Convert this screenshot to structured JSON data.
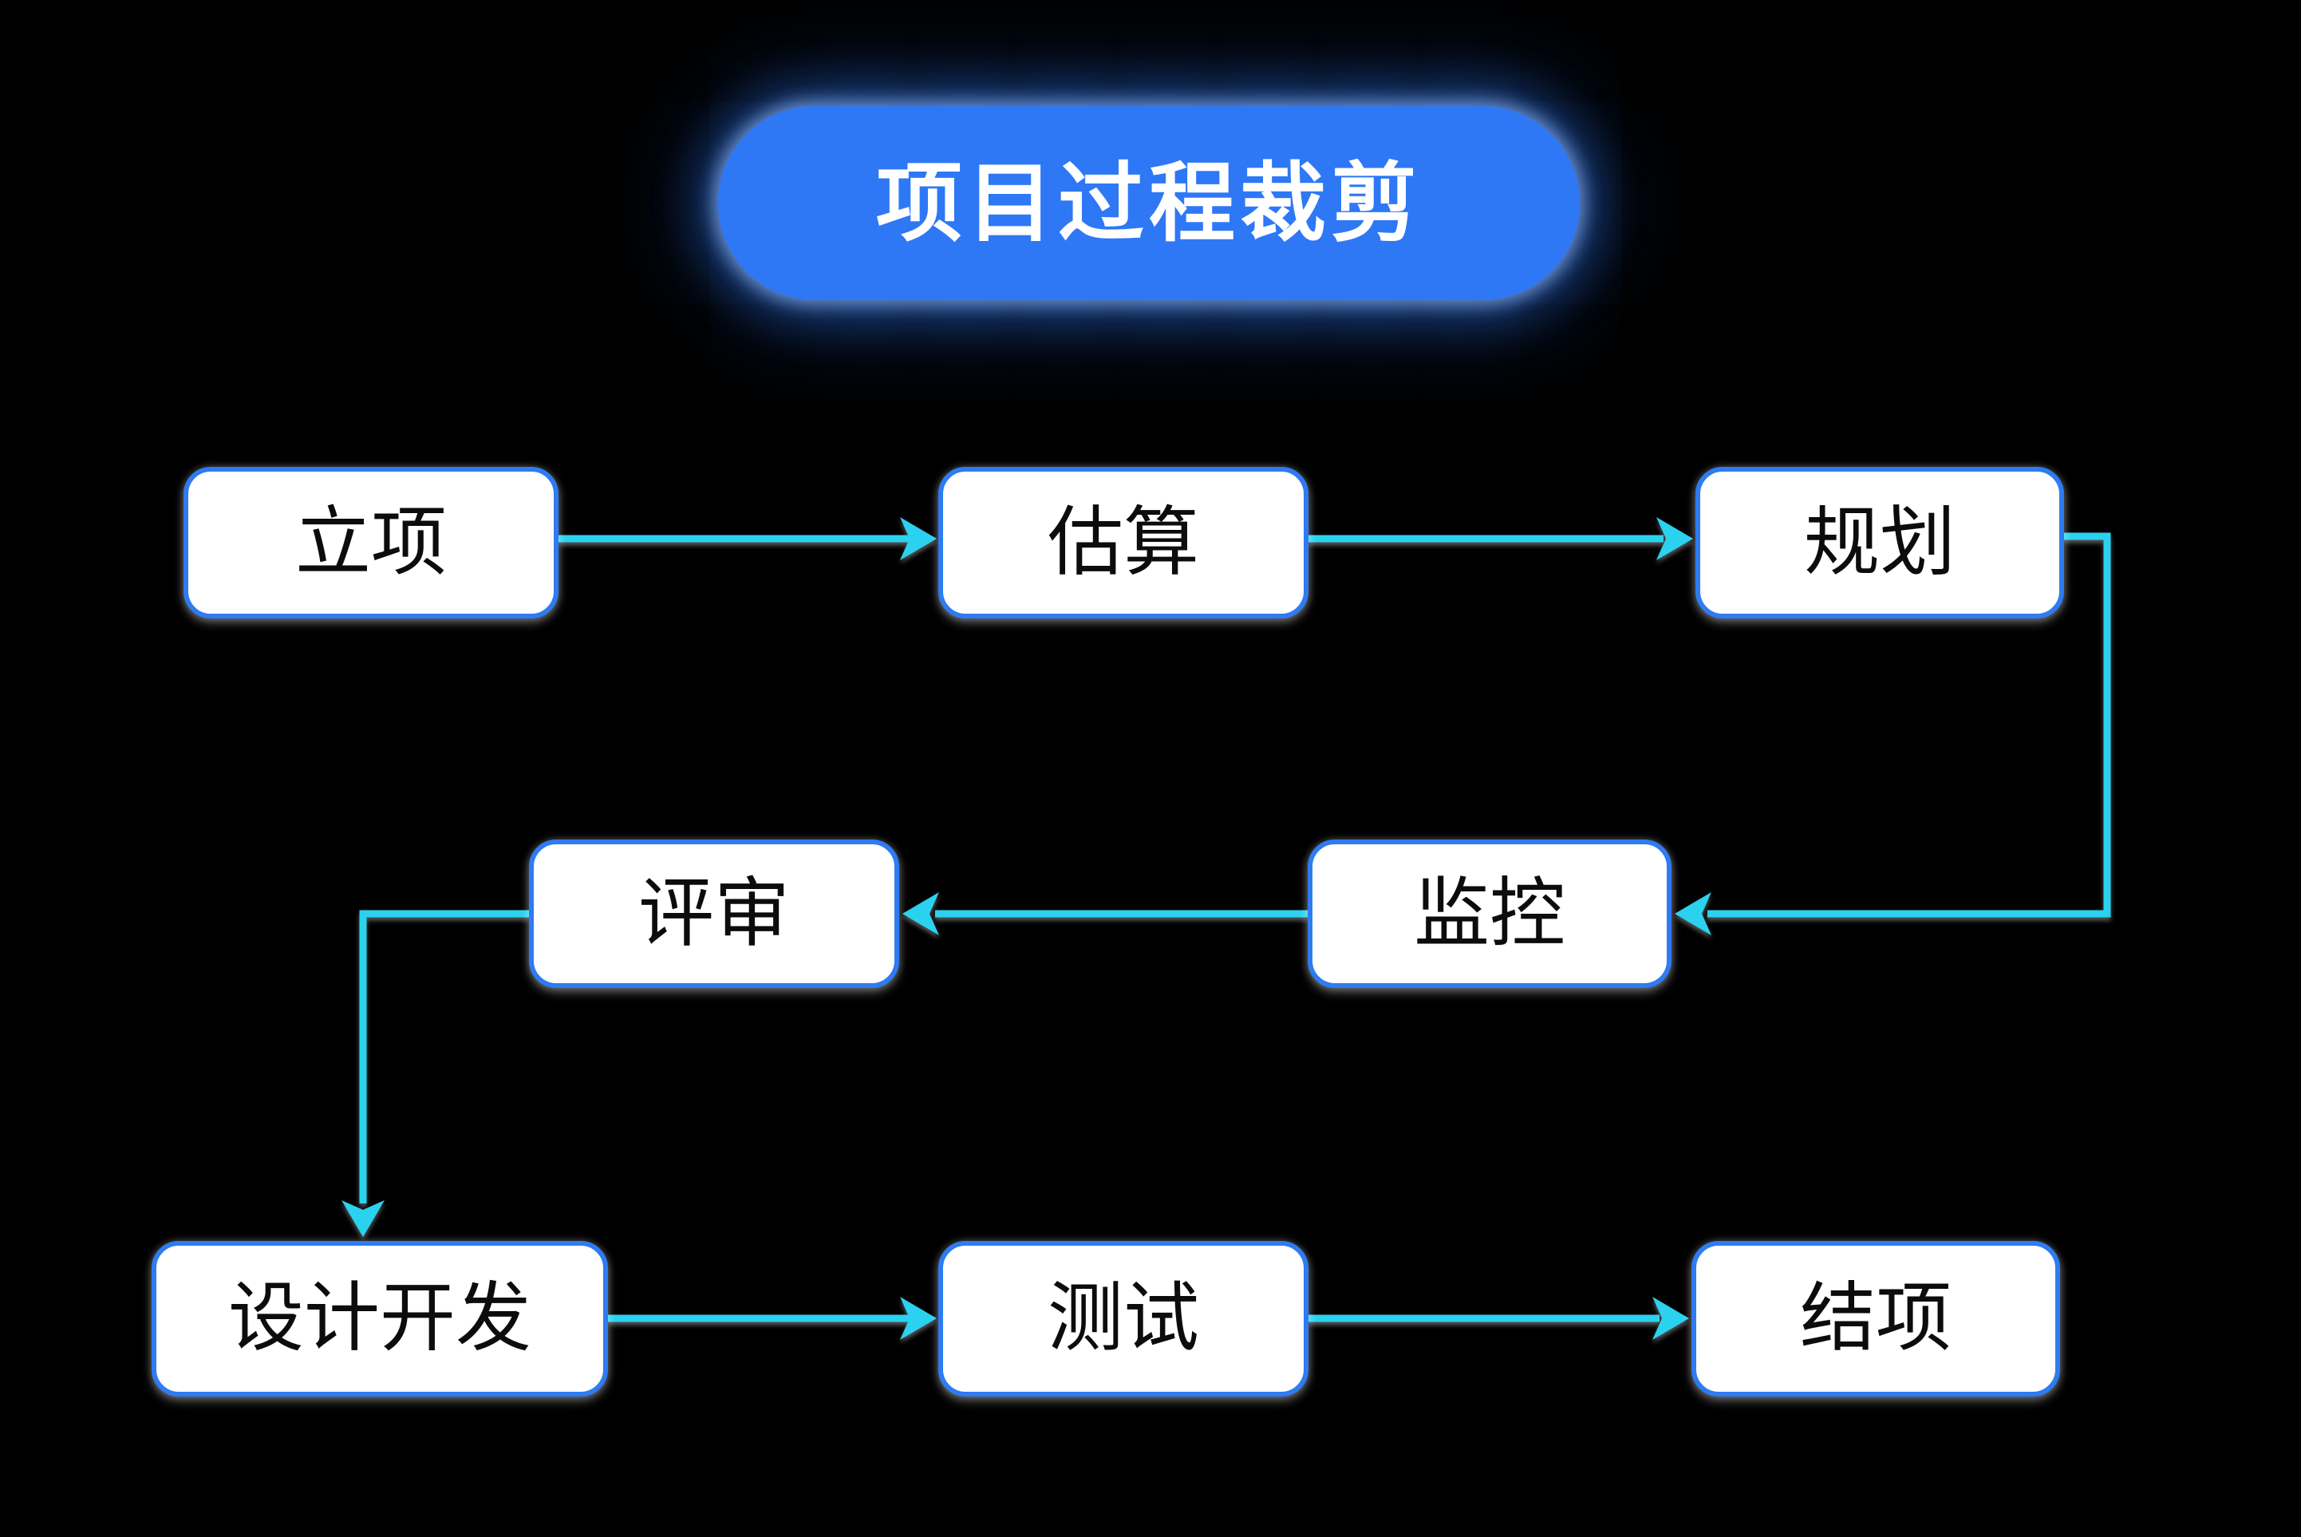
{
  "title": {
    "label": "项目过程裁剪"
  },
  "diagram": {
    "type": "flowchart",
    "nodes": [
      {
        "id": "project-initiation",
        "label": "立项"
      },
      {
        "id": "estimation",
        "label": "估算"
      },
      {
        "id": "planning",
        "label": "规划"
      },
      {
        "id": "review",
        "label": "评审"
      },
      {
        "id": "monitoring",
        "label": "监控"
      },
      {
        "id": "design-development",
        "label": "设计开发"
      },
      {
        "id": "testing",
        "label": "测试"
      },
      {
        "id": "closure",
        "label": "结项"
      }
    ],
    "edges": [
      {
        "from": "立项",
        "to": "估算"
      },
      {
        "from": "估算",
        "to": "规划"
      },
      {
        "from": "规划",
        "to": "监控"
      },
      {
        "from": "监控",
        "to": "评审"
      },
      {
        "from": "评审",
        "to": "设计开发"
      },
      {
        "from": "设计开发",
        "to": "测试"
      },
      {
        "from": "测试",
        "to": "结项"
      }
    ]
  },
  "colors": {
    "background": "#000000",
    "title_fill": "#2E78F6",
    "title_text": "#FFFFFF",
    "node_fill": "#FFFFFF",
    "node_border": "#2E7BF2",
    "node_text": "#0C0C0C",
    "connector": "#2BD2F0"
  }
}
